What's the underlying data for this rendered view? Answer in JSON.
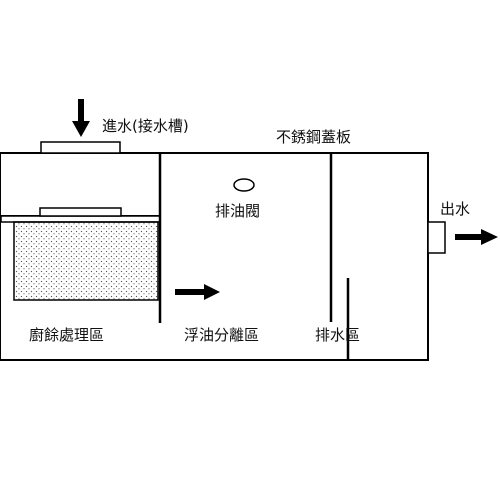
{
  "labels": {
    "water_inlet": "進水(接水槽)",
    "stainless_cover": "不銹鋼蓋板",
    "oil_drain_valve": "排油閥",
    "water_outlet": "出水",
    "kitchen_waste_zone": "廚餘處理區",
    "oil_separation_zone": "浮油分離區",
    "drainage_zone": "排水區"
  },
  "colors": {
    "line": "#000000",
    "text": "#111111",
    "dots": "#555555",
    "background": "#ffffff"
  },
  "icons": {
    "inlet_arrow": "arrow-down",
    "flow_arrow": "arrow-right",
    "outlet_arrow": "arrow-right"
  }
}
